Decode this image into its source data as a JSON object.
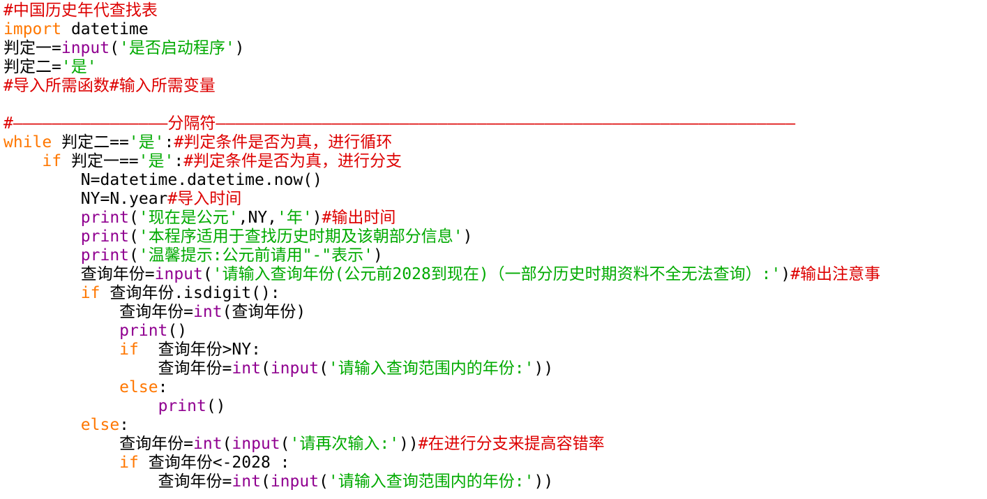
{
  "editor": {
    "colors": {
      "comment": "#dd0000",
      "keyword": "#ff7700",
      "builtin": "#900090",
      "string": "#00aa00",
      "default": "#000000",
      "background": "#ffffff"
    },
    "lines": [
      {
        "tokens": [
          {
            "t": "comment",
            "v": "#中国历史年代查找表"
          }
        ]
      },
      {
        "tokens": [
          {
            "t": "keyword",
            "v": "import"
          },
          {
            "t": "default",
            "v": " datetime"
          }
        ]
      },
      {
        "tokens": [
          {
            "t": "default",
            "v": "判定一="
          },
          {
            "t": "builtin",
            "v": "input"
          },
          {
            "t": "default",
            "v": "("
          },
          {
            "t": "string",
            "v": "'是否启动程序'"
          },
          {
            "t": "default",
            "v": ")"
          }
        ]
      },
      {
        "tokens": [
          {
            "t": "default",
            "v": "判定二="
          },
          {
            "t": "string",
            "v": "'是'"
          }
        ]
      },
      {
        "tokens": [
          {
            "t": "comment",
            "v": "#导入所需函数#输入所需变量"
          }
        ]
      },
      {
        "tokens": []
      },
      {
        "tokens": [
          {
            "t": "comment",
            "v": "#————————————————分隔符————————————————————————————————————————————————————————————"
          }
        ]
      },
      {
        "tokens": [
          {
            "t": "keyword",
            "v": "while"
          },
          {
            "t": "default",
            "v": " 判定二=="
          },
          {
            "t": "string",
            "v": "'是'"
          },
          {
            "t": "default",
            "v": ":"
          },
          {
            "t": "comment",
            "v": "#判定条件是否为真，进行循环"
          }
        ]
      },
      {
        "tokens": [
          {
            "t": "default",
            "v": "    "
          },
          {
            "t": "keyword",
            "v": "if"
          },
          {
            "t": "default",
            "v": " 判定一=="
          },
          {
            "t": "string",
            "v": "'是'"
          },
          {
            "t": "default",
            "v": ":"
          },
          {
            "t": "comment",
            "v": "#判定条件是否为真，进行分支"
          }
        ]
      },
      {
        "tokens": [
          {
            "t": "default",
            "v": "        N=datetime.datetime.now()"
          }
        ]
      },
      {
        "tokens": [
          {
            "t": "default",
            "v": "        NY=N.year"
          },
          {
            "t": "comment",
            "v": "#导入时间"
          }
        ]
      },
      {
        "tokens": [
          {
            "t": "default",
            "v": "        "
          },
          {
            "t": "builtin",
            "v": "print"
          },
          {
            "t": "default",
            "v": "("
          },
          {
            "t": "string",
            "v": "'现在是公元'"
          },
          {
            "t": "default",
            "v": ",NY,"
          },
          {
            "t": "string",
            "v": "'年'"
          },
          {
            "t": "default",
            "v": ")"
          },
          {
            "t": "comment",
            "v": "#输出时间"
          }
        ]
      },
      {
        "tokens": [
          {
            "t": "default",
            "v": "        "
          },
          {
            "t": "builtin",
            "v": "print"
          },
          {
            "t": "default",
            "v": "("
          },
          {
            "t": "string",
            "v": "'本程序适用于查找历史时期及该朝部分信息'"
          },
          {
            "t": "default",
            "v": ")"
          }
        ]
      },
      {
        "tokens": [
          {
            "t": "default",
            "v": "        "
          },
          {
            "t": "builtin",
            "v": "print"
          },
          {
            "t": "default",
            "v": "("
          },
          {
            "t": "string",
            "v": "'温馨提示:公元前请用\"-\"表示'"
          },
          {
            "t": "default",
            "v": ")"
          }
        ]
      },
      {
        "tokens": [
          {
            "t": "default",
            "v": "        查询年份="
          },
          {
            "t": "builtin",
            "v": "input"
          },
          {
            "t": "default",
            "v": "("
          },
          {
            "t": "string",
            "v": "'请输入查询年份(公元前2028到现在)（一部分历史时期资料不全无法查询）:'"
          },
          {
            "t": "default",
            "v": ")"
          },
          {
            "t": "comment",
            "v": "#输出注意事"
          }
        ]
      },
      {
        "tokens": [
          {
            "t": "default",
            "v": "        "
          },
          {
            "t": "keyword",
            "v": "if"
          },
          {
            "t": "default",
            "v": " 查询年份.isdigit():"
          }
        ]
      },
      {
        "tokens": [
          {
            "t": "default",
            "v": "            查询年份="
          },
          {
            "t": "builtin",
            "v": "int"
          },
          {
            "t": "default",
            "v": "(查询年份)"
          }
        ]
      },
      {
        "tokens": [
          {
            "t": "default",
            "v": "            "
          },
          {
            "t": "builtin",
            "v": "print"
          },
          {
            "t": "default",
            "v": "()"
          }
        ]
      },
      {
        "tokens": [
          {
            "t": "default",
            "v": "            "
          },
          {
            "t": "keyword",
            "v": "if"
          },
          {
            "t": "default",
            "v": "  查询年份>NY:"
          }
        ]
      },
      {
        "tokens": [
          {
            "t": "default",
            "v": "                查询年份="
          },
          {
            "t": "builtin",
            "v": "int"
          },
          {
            "t": "default",
            "v": "("
          },
          {
            "t": "builtin",
            "v": "input"
          },
          {
            "t": "default",
            "v": "("
          },
          {
            "t": "string",
            "v": "'请输入查询范围内的年份:'"
          },
          {
            "t": "default",
            "v": "))"
          }
        ]
      },
      {
        "tokens": [
          {
            "t": "default",
            "v": "            "
          },
          {
            "t": "keyword",
            "v": "else"
          },
          {
            "t": "default",
            "v": ":"
          }
        ]
      },
      {
        "tokens": [
          {
            "t": "default",
            "v": "                "
          },
          {
            "t": "builtin",
            "v": "print"
          },
          {
            "t": "default",
            "v": "()"
          }
        ]
      },
      {
        "tokens": [
          {
            "t": "default",
            "v": "        "
          },
          {
            "t": "keyword",
            "v": "else"
          },
          {
            "t": "default",
            "v": ":"
          }
        ]
      },
      {
        "tokens": [
          {
            "t": "default",
            "v": "            查询年份="
          },
          {
            "t": "builtin",
            "v": "int"
          },
          {
            "t": "default",
            "v": "("
          },
          {
            "t": "builtin",
            "v": "input"
          },
          {
            "t": "default",
            "v": "("
          },
          {
            "t": "string",
            "v": "'请再次输入:'"
          },
          {
            "t": "default",
            "v": "))"
          },
          {
            "t": "comment",
            "v": "#在进行分支来提高容错率"
          }
        ]
      },
      {
        "tokens": [
          {
            "t": "default",
            "v": "            "
          },
          {
            "t": "keyword",
            "v": "if"
          },
          {
            "t": "default",
            "v": " 查询年份<-2028 :"
          }
        ]
      },
      {
        "tokens": [
          {
            "t": "default",
            "v": "                查询年份="
          },
          {
            "t": "builtin",
            "v": "int"
          },
          {
            "t": "default",
            "v": "("
          },
          {
            "t": "builtin",
            "v": "input"
          },
          {
            "t": "default",
            "v": "("
          },
          {
            "t": "string",
            "v": "'请输入查询范围内的年份:'"
          },
          {
            "t": "default",
            "v": "))"
          }
        ]
      }
    ]
  }
}
